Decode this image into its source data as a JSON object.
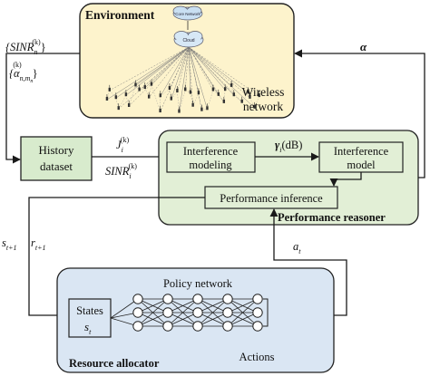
{
  "environment": {
    "title": "Environment",
    "core_network_label": "Core Network",
    "cloud_label": "Cloud",
    "network_label_line1": "Wireless",
    "network_label_line2": "network"
  },
  "history": {
    "title_line1": "History",
    "title_line2": "dataset"
  },
  "performance_reasoner": {
    "title": "Performance reasoner",
    "interference_modeling_line1": "Interference",
    "interference_modeling_line2": "modeling",
    "interference_model_line1": "Interference",
    "interference_model_line2": "model",
    "performance_inference": "Performance inference"
  },
  "resource_allocator": {
    "title": "Resource allocator",
    "states_line1": "States",
    "states_symbol": "s",
    "states_sub": "t",
    "policy_network": "Policy network",
    "actions": "Actions"
  },
  "signals": {
    "sinr_set_main": "{SINR",
    "sinr_set_sub": "n",
    "sinr_set_sup": "(k)",
    "sinr_set_close": "}",
    "alpha_set_open": "{α",
    "alpha_set_sub": "n,m",
    "alpha_set_subsub": "n",
    "alpha_set_sup": "(k)",
    "alpha_set_close": "}",
    "alpha": "α",
    "J_main": "J",
    "J_sub": "i",
    "J_sup": "(k)",
    "sinr_i_main": "SINR",
    "sinr_i_sub": "i",
    "sinr_i_sup": "(k)",
    "gamma_main": "γ",
    "gamma_sub": "i",
    "gamma_unit": "(dB)",
    "s_main": "s",
    "s_sub": "t+1",
    "r_main": "r",
    "r_sub": "t+1",
    "a_main": "a",
    "a_sub": "t"
  },
  "colors": {
    "environment_fill": "#fdf3cc",
    "reasoner_fill": "#e2efd6",
    "allocator_fill": "#dae6f3",
    "line": "#1a1a1a"
  }
}
